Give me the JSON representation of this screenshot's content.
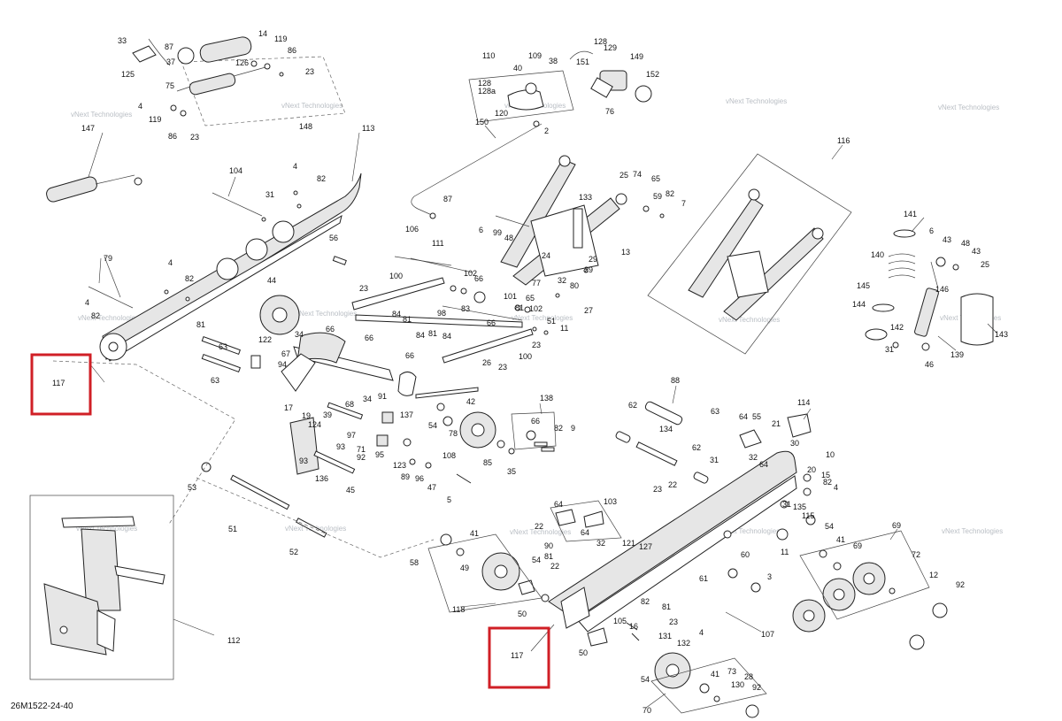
{
  "diagram": {
    "code": "26M1522-24-40",
    "watermark": "vNext Technologies",
    "highlight_color": "#d01f26",
    "highlight_label": "117",
    "labels": {
      "l33": "33",
      "l87a": "87",
      "l14a": "14",
      "l119a": "119",
      "l86a": "86",
      "l126": "126",
      "l125": "125",
      "l37": "37",
      "l75": "75",
      "l23a": "23",
      "l4a": "4",
      "l119b": "119",
      "l86b": "86",
      "l23b": "23",
      "l148": "148",
      "l147": "147",
      "l110": "110",
      "l40": "40",
      "l109": "109",
      "l38": "38",
      "l128a": "128",
      "l129": "129",
      "l151": "151",
      "l149": "149",
      "l128b": "128",
      "l128c": "128a",
      "l120": "120",
      "l152": "152",
      "l76": "76",
      "l2": "2",
      "l150": "150",
      "l113": "113",
      "l104": "104",
      "l4b": "4",
      "l82a": "82",
      "l31a": "31",
      "l56": "56",
      "l87b": "87",
      "l116": "116",
      "l79": "79",
      "l4c": "4",
      "l82b": "82",
      "l4d": "4",
      "l82c": "82",
      "l106": "106",
      "l111": "111",
      "l100a": "100",
      "l98": "98",
      "l44": "44",
      "l23c": "23",
      "l84a": "84",
      "l81a": "81",
      "l83": "83",
      "l102a": "102",
      "l66a": "66",
      "l101": "101",
      "l81b": "81",
      "l65a": "65",
      "l102b": "102",
      "l66b": "66",
      "l51a": "51",
      "l11a": "11",
      "l23d": "23",
      "l6a": "6",
      "l99": "99",
      "l48a": "48",
      "l133": "133",
      "l25a": "25",
      "l74": "74",
      "l65b": "65",
      "l59": "59",
      "l82d": "82",
      "l7": "7",
      "l24": "24",
      "l13": "13",
      "l29a": "29",
      "l29b": "29",
      "l77": "77",
      "l32a": "32",
      "l80": "80",
      "l27": "27",
      "l141": "141",
      "l6b": "6",
      "l43a": "43",
      "l48b": "48",
      "l43b": "43",
      "l140": "140",
      "l25b": "25",
      "l145": "145",
      "l146": "146",
      "l144": "144",
      "l142": "142",
      "l31b": "31",
      "l46": "46",
      "l139": "139",
      "l143": "143",
      "l81c": "81",
      "l63a": "63",
      "l63b": "63",
      "l122": "122",
      "l34a": "34",
      "l94": "94",
      "l66c": "66",
      "l67": "67",
      "l84b": "84",
      "l81d": "81",
      "l66d": "66",
      "l84c": "84",
      "l26": "26",
      "l23e": "23",
      "l100b": "100",
      "l66e": "66",
      "l34b": "34",
      "l68": "68",
      "l91": "91",
      "l137": "137",
      "l42": "42",
      "l54a": "54",
      "l78": "78",
      "l85": "85",
      "l35": "35",
      "l138": "138",
      "l66f": "66",
      "l82e": "82",
      "l9": "9",
      "l17": "17",
      "l19": "19",
      "l39": "39",
      "l124": "124",
      "l97": "97",
      "l93a": "93",
      "l71": "71",
      "l92a": "92",
      "l95": "95",
      "l93b": "93",
      "l123": "123",
      "l89": "89",
      "l96": "96",
      "l47": "47",
      "l108": "108",
      "l136": "136",
      "l45": "45",
      "l5": "5",
      "l53": "53",
      "l51b": "51",
      "l52": "52",
      "l112": "112",
      "l88": "88",
      "l62a": "62",
      "l63c": "63",
      "l64a": "64",
      "l55": "55",
      "l21": "21",
      "l114": "114",
      "l134": "134",
      "l62b": "62",
      "l32b": "32",
      "l64b": "64",
      "l30": "30",
      "l10": "10",
      "l31c": "31",
      "l20": "20",
      "l15": "15",
      "l82f": "82",
      "l4e": "4",
      "l23f": "23",
      "l22a": "22",
      "l31d": "31",
      "l135": "135",
      "l115": "115",
      "l54b": "54",
      "l41a": "41",
      "l69a": "69",
      "l69b": "69",
      "l64c": "64",
      "l103": "103",
      "l41b": "41",
      "l22b": "22",
      "l64d": "64",
      "l90": "90",
      "l32c": "32",
      "l121": "121",
      "l127": "127",
      "l60": "60",
      "l11b": "11",
      "l3": "3",
      "l58": "58",
      "l49": "49",
      "l54c": "54",
      "l81e": "81",
      "l22c": "22",
      "l72": "72",
      "l12": "12",
      "l92b": "92",
      "l61": "61",
      "l118": "118",
      "l50a": "50",
      "l82g": "82",
      "l81f": "81",
      "l23g": "23",
      "l4f": "4",
      "l107": "107",
      "l105": "105",
      "l16": "16",
      "l50b": "50",
      "l131": "131",
      "l132": "132",
      "l54d": "54",
      "l41c": "41",
      "l73": "73",
      "l130": "130",
      "l28": "28",
      "l92c": "92",
      "l70": "70"
    }
  }
}
